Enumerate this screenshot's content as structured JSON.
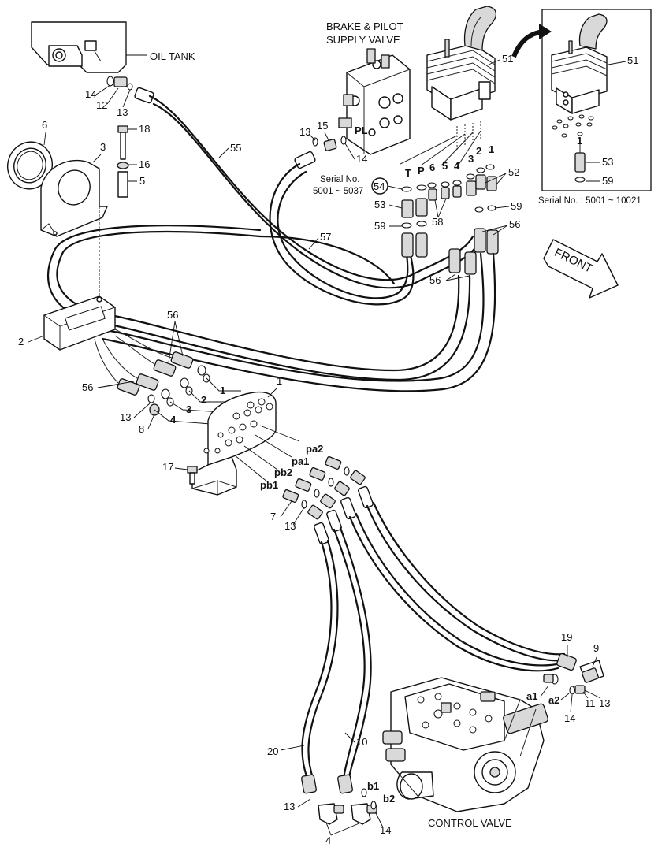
{
  "labels": {
    "oil_tank": "OIL TANK",
    "brake_valve_line1": "BRAKE & PILOT",
    "brake_valve_line2": "SUPPLY VALVE",
    "control_valve": "CONTROL VALVE",
    "front": "FRONT",
    "serial_main_line1": "Serial No.",
    "serial_main_line2": "5001 ~ 5037",
    "serial_inset": "Serial No. : 5001 ~ 10021"
  },
  "ports": {
    "PL": "PL",
    "T": "T",
    "P": "P",
    "pa2": "pa2",
    "pa1": "pa1",
    "pb2": "pb2",
    "pb1": "pb1",
    "a1": "a1",
    "a2": "a2",
    "b1": "b1",
    "b2": "b2"
  },
  "callouts": {
    "c1": "1",
    "c2": "2",
    "c3": "3",
    "c4": "4",
    "c5": "5",
    "c6": "6",
    "c7": "7",
    "c8": "8",
    "c9": "9",
    "c10": "10",
    "c11": "11",
    "c12": "12",
    "c13": "13",
    "c14": "14",
    "c15": "15",
    "c16": "16",
    "c17": "17",
    "c18": "18",
    "c19": "19",
    "c20": "20",
    "c51": "51",
    "c52": "52",
    "c53": "53",
    "c54": "54",
    "c55": "55",
    "c56": "56",
    "c57": "57",
    "c58": "58",
    "c59": "59"
  }
}
